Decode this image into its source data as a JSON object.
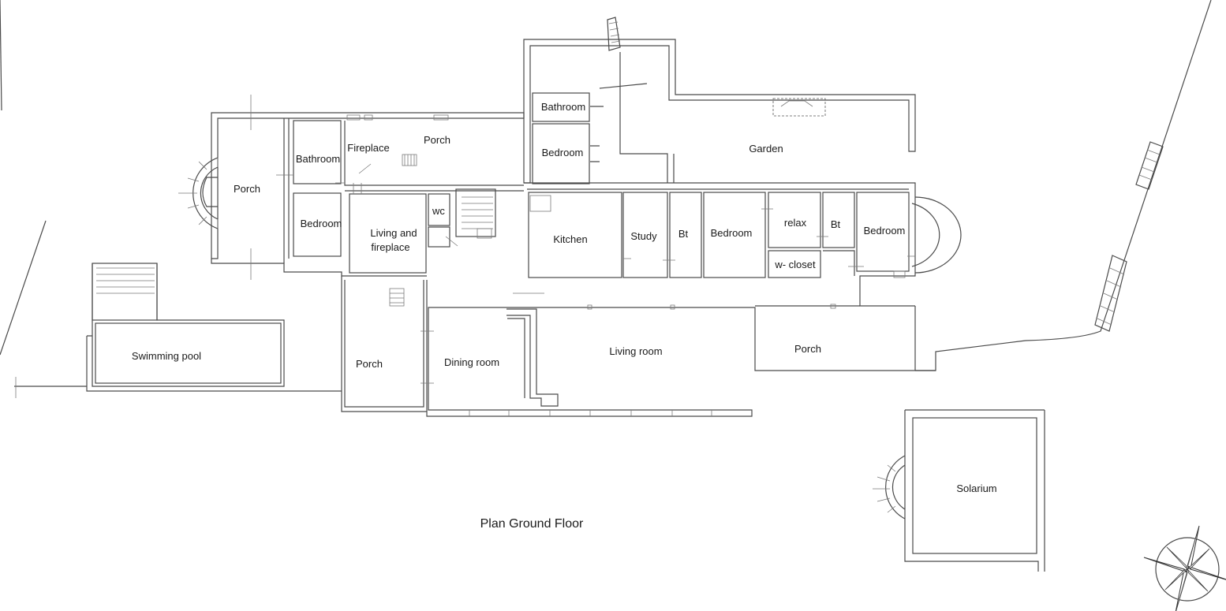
{
  "title": "Plan Ground Floor",
  "rooms": {
    "porch_west": "Porch",
    "bathroom_west": "Bathroom",
    "fireplace": "Fireplace",
    "porch_north": "Porch",
    "bedroom_west": "Bedroom",
    "living_fireplace_1": "Living and",
    "living_fireplace_2": "fireplace",
    "wc": "wc",
    "bathroom_north": "Bathroom",
    "bedroom_north": "Bedroom",
    "garden": "Garden",
    "kitchen": "Kitchen",
    "study": "Study",
    "bt_1": "Bt",
    "bedroom_center": "Bedroom",
    "relax": "relax",
    "bt_2": "Bt",
    "bedroom_east": "Bedroom",
    "w_closet": "w- closet",
    "swimming_pool": "Swimming pool",
    "porch_south": "Porch",
    "dining_room": "Dining room",
    "living_room": "Living room",
    "porch_east": "Porch",
    "solarium": "Solarium"
  }
}
